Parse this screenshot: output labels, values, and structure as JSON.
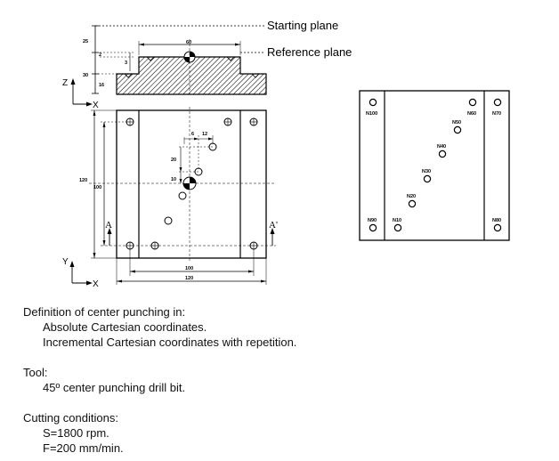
{
  "labels": {
    "starting_plane": "Starting plane",
    "reference_plane": "Reference plane"
  },
  "section_dims": {
    "d25": "25",
    "d30": "30",
    "d16": "16",
    "d2": "2",
    "d3": "3",
    "d60": "60"
  },
  "plan_dims": {
    "d6": "6",
    "d12": "12",
    "d20": "20",
    "d10": "10",
    "d100_v": "100",
    "d120_v": "120",
    "d100_h": "100",
    "d120_h": "120"
  },
  "axes": {
    "z": "Z",
    "x": "X",
    "y": "Y",
    "x2": "X",
    "a": "A",
    "a_prime": "A'"
  },
  "blocks": {
    "n100": "N100",
    "n60": "N60",
    "n70": "N70",
    "n50": "N50",
    "n40": "N40",
    "n30": "N30",
    "n20": "N20",
    "n90": "N90",
    "n10": "N10",
    "n80": "N80"
  },
  "text": {
    "heading1": "Definition of center punching in:",
    "line1": "Absolute Cartesian coordinates.",
    "line2": "Incremental Cartesian coordinates with repetition.",
    "heading2": "Tool:",
    "line3": "45º center punching drill bit.",
    "heading3": "Cutting conditions:",
    "line4": "S=1800 rpm.",
    "line5": "F=200 mm/min."
  }
}
